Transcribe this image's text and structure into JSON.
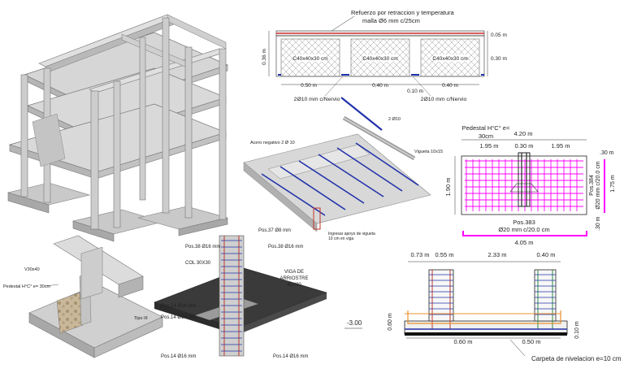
{
  "slab_section": {
    "title_line1": "Refuerzo por retraccion y temperatura",
    "title_line2": "malla  Ø6 mm c/25cm",
    "blocks": [
      "C40x40x30 cm",
      "C40x40x30 cm",
      "C40x40x30 cm"
    ],
    "dim_top": "0.05 m",
    "dim_block": "0.30 m",
    "dim_total": "0.36 m",
    "dim_widths": [
      "0.50 m",
      "0.40 m",
      "0.40 m"
    ],
    "dim_rib": "0.10 m",
    "rebar_left": "2Ø10 mm c/Nervio",
    "rebar_right": "2Ø10 mm c/Nervio"
  },
  "joist_detail": {
    "bar_label": "2 Ø10",
    "neg_label": "Acero negativo 2 Ø 10",
    "vigueta": "Vigueta 10x15",
    "note_line1": "Ingresar apoyo de vigueta",
    "note_line2": "10 cm en viga"
  },
  "pedestal_plan": {
    "title": "Pedestal H°C° e=",
    "title2": "30cm",
    "dim_total_top": "4.20 m",
    "dim_left": "1.95 m",
    "dim_mid": "0.30 m",
    "dim_right": "1.95 m",
    "dim_height": "1.90 m",
    "dim_edge": ".30 m",
    "dim_side": "1.75 m",
    "pos384_a": "Pos.384",
    "pos384_b": "Ø20 mm c/20.0 cm",
    "pos383_a": "Pos.383",
    "pos383_b": "Ø20 mm c/20.0 cm",
    "dim_bottom": "4.05 m",
    "dim_hook": ".30 m"
  },
  "footing_3d": {
    "beam": "V30x40",
    "pedestal": "Pedestal H°C° e= 30cm",
    "type": "Tipo III"
  },
  "column_detail": {
    "pos37": "Pos.37 Ø8 mm",
    "pos38a": "Pos.38 Ø16 mm",
    "pos38b": "Pos.38 Ø16 mm",
    "col": "COL 30X30",
    "viga1": "VIGA DE",
    "viga2": "ARRIOSTRE",
    "viga3": "40X20",
    "pos14a": "Pos.14 Ø16 mm",
    "pos14b": "Pos.14 Ø16 mm",
    "pos14c": "Pos.14 Ø16 mm",
    "pos14d": "Pos.14 Ø16 mm"
  },
  "footing_section": {
    "d1": "0.73 m",
    "d2": "0.55 m",
    "d3": "2.33 m",
    "d4": "0.40 m",
    "level": "-3.00",
    "h1": "0.60 m",
    "b1": "0.60 m",
    "b2": "0.50 m",
    "h2": "0.10 m",
    "note": "Carpeta de nivelacion e=10 cm"
  },
  "colors": {
    "magenta": "#ff00ff",
    "rebar_red": "#c0392b",
    "blue": "#2233aa",
    "green": "#2e8b3d",
    "orange": "#e8902a",
    "dark_slab": "#3a3a3a",
    "concrete": "#cfcfcf"
  }
}
